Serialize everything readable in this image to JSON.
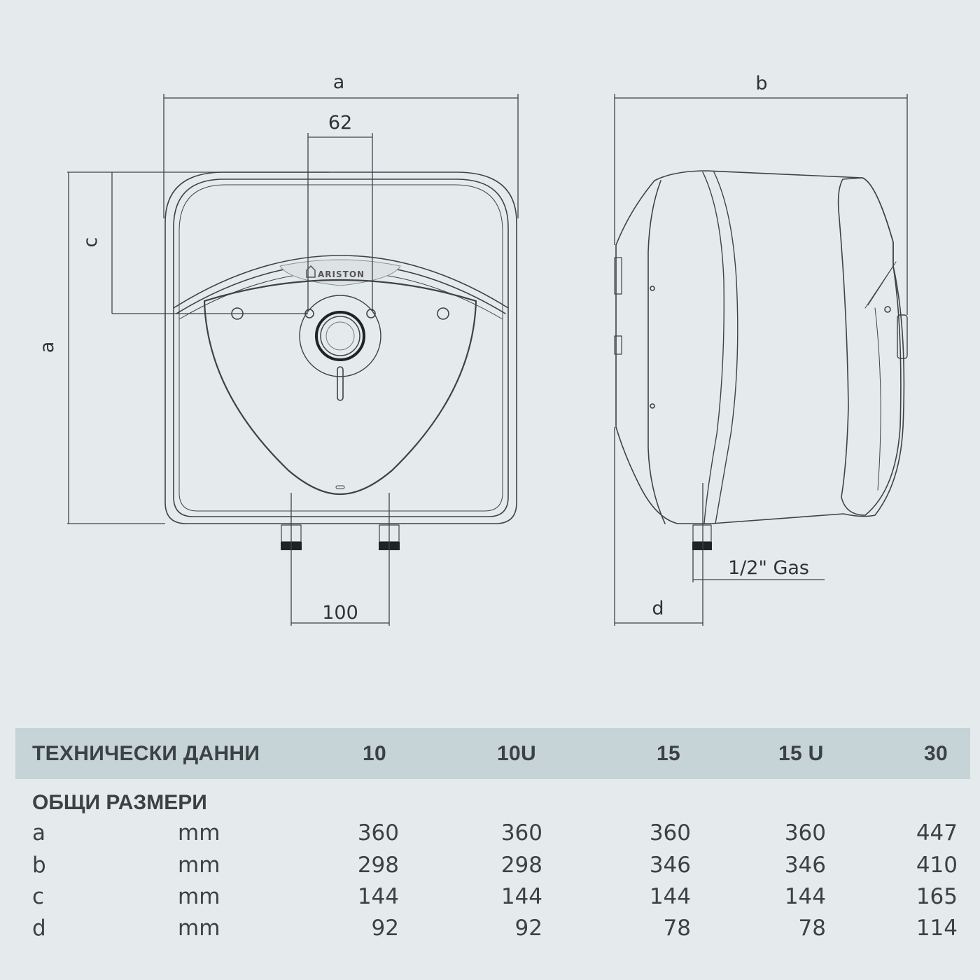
{
  "drawing": {
    "logo_text": "ARISTON",
    "front_view": {
      "width_label": "a",
      "height_label": "a",
      "mount_spacing_label": "62",
      "mount_height_label": "c",
      "pipe_spacing_label": "100"
    },
    "side_view": {
      "depth_label": "b",
      "pipe_offset_label": "d",
      "thread_label": "1/2\" Gas"
    }
  },
  "table": {
    "header": {
      "title": "ТЕХНИЧЕСКИ ДАННИ",
      "models": [
        "10",
        "10U",
        "15",
        "15 U",
        "30"
      ]
    },
    "section_title": "ОБЩИ РАЗМЕРИ",
    "rows": [
      {
        "param": "a",
        "unit": "mm",
        "values": [
          "360",
          "360",
          "360",
          "360",
          "447"
        ]
      },
      {
        "param": "b",
        "unit": "mm",
        "values": [
          "298",
          "298",
          "346",
          "346",
          "410"
        ]
      },
      {
        "param": "c",
        "unit": "mm",
        "values": [
          "144",
          "144",
          "144",
          "144",
          "165"
        ]
      },
      {
        "param": "d",
        "unit": "mm",
        "values": [
          "92",
          "92",
          "78",
          "78",
          "114"
        ]
      }
    ]
  }
}
